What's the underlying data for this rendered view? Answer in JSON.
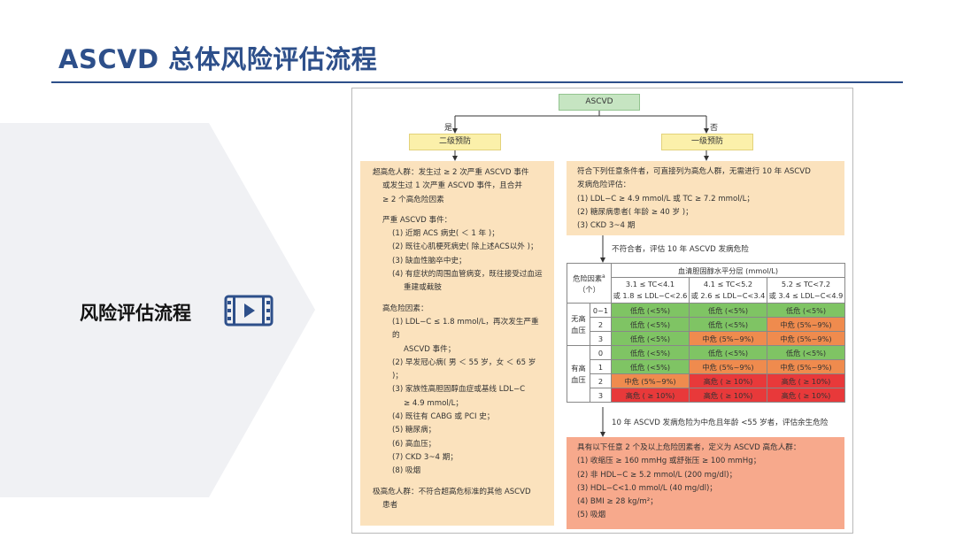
{
  "slide": {
    "title": "ASCVD 总体风险评估流程",
    "section_label": "风险评估流程"
  },
  "icons": {
    "section": "film-play-icon"
  },
  "colors": {
    "title_blue": "#2d4f8a",
    "peach": "#fbe2bd",
    "salmon": "#f7a98c",
    "yellow": "#fbf0aa",
    "green_node": "#c6e5c2",
    "low_risk": "#7fc464",
    "mid_risk": "#ef8b4e",
    "high_risk": "#e8393a"
  },
  "flowchart": {
    "root": "ASCVD",
    "yes_label": "是",
    "no_label": "否",
    "secondary_prevention": "二级预防",
    "primary_prevention": "一级预防",
    "left_box": {
      "lines": [
        "超高危人群：发生过 ≥ 2 次严重 ASCVD 事件",
        "或发生过 1 次严重 ASCVD 事件，且合并",
        "≥ 2 个高危险因素",
        "",
        "严重 ASCVD 事件：",
        "(1) 近期 ACS 病史( ＜ 1 年 )；",
        "(2) 既往心肌梗死病史( 除上述ACS以外 )；",
        "(3) 缺血性脑卒中史；",
        "(4) 有症状的周围血管病变，既往接受过血运",
        "重建或截肢",
        "",
        "高危险因素：",
        "(1) LDL−C ≤ 1.8 mmol/L，再次发生严重的",
        "ASCVD 事件；",
        "(2) 早发冠心病( 男 ＜ 55 岁，女 ＜ 65 岁 )；",
        "(3) 家族性高胆固醇血症或基线 LDL−C",
        "≥ 4.9 mmol/L；",
        "(4) 既往有 CABG 或 PCI 史；",
        "(5) 糖尿病；",
        "(6) 高血压；",
        "(7) CKD 3~4 期；",
        "(8) 吸烟",
        "",
        "极高危人群：不符合超高危标准的其他 ASCVD",
        "患者"
      ]
    },
    "right_top_box": {
      "lines": [
        "符合下列任意条件者，可直接列为高危人群，无需进行 10 年 ASCVD",
        "发病危险评估：",
        "(1) LDL−C ≥ 4.9 mmol/L 或 TC ≥ 7.2 mmol/L；",
        "(2) 糖尿病患者( 年龄 ≥ 40 岁 )；",
        "(3) CKD 3~4 期"
      ]
    },
    "mid_note": "不符合者，评估 10 年 ASCVD 发病危险",
    "table": {
      "corner_label_line1": "危险因素",
      "corner_sup": "a",
      "corner_label_line2": "（个）",
      "column_group_header": "血清胆固醇水平分层 (mmol/L)",
      "columns": [
        {
          "line1": "3.1 ≤ TC<4.1",
          "line2": "或 1.8 ≤ LDL−C<2.6"
        },
        {
          "line1": "4.1 ≤ TC<5.2",
          "line2": "或 2.6 ≤ LDL−C<3.4"
        },
        {
          "line1": "5.2 ≤ TC<7.2",
          "line2": "或 3.4 ≤ LDL−C<4.9"
        }
      ],
      "groups": [
        {
          "label_line1": "无高",
          "label_line2": "血压",
          "rows": [
            {
              "factors": "0~1",
              "cells": [
                {
                  "text": "低危 (<5%)",
                  "level": "low"
                },
                {
                  "text": "低危 (<5%)",
                  "level": "low"
                },
                {
                  "text": "低危 (<5%)",
                  "level": "low"
                }
              ]
            },
            {
              "factors": "2",
              "cells": [
                {
                  "text": "低危 (<5%)",
                  "level": "low"
                },
                {
                  "text": "低危 (<5%)",
                  "level": "low"
                },
                {
                  "text": "中危 (5%~9%)",
                  "level": "mid"
                }
              ]
            },
            {
              "factors": "3",
              "cells": [
                {
                  "text": "低危 (<5%)",
                  "level": "low"
                },
                {
                  "text": "中危 (5%~9%)",
                  "level": "mid"
                },
                {
                  "text": "中危 (5%~9%)",
                  "level": "mid"
                }
              ]
            }
          ]
        },
        {
          "label_line1": "有高",
          "label_line2": "血压",
          "rows": [
            {
              "factors": "0",
              "cells": [
                {
                  "text": "低危 (<5%)",
                  "level": "low"
                },
                {
                  "text": "低危 (<5%)",
                  "level": "low"
                },
                {
                  "text": "低危 (<5%)",
                  "level": "low"
                }
              ]
            },
            {
              "factors": "1",
              "cells": [
                {
                  "text": "低危 (<5%)",
                  "level": "low"
                },
                {
                  "text": "中危 (5%~9%)",
                  "level": "mid"
                },
                {
                  "text": "中危 (5%~9%)",
                  "level": "mid"
                }
              ]
            },
            {
              "factors": "2",
              "cells": [
                {
                  "text": "中危 (5%~9%)",
                  "level": "mid"
                },
                {
                  "text": "高危 ( ≥ 10%)",
                  "level": "high"
                },
                {
                  "text": "高危 ( ≥ 10%)",
                  "level": "high"
                }
              ]
            },
            {
              "factors": "3",
              "cells": [
                {
                  "text": "高危 ( ≥ 10%)",
                  "level": "high"
                },
                {
                  "text": "高危 ( ≥ 10%)",
                  "level": "high"
                },
                {
                  "text": "高危 ( ≥ 10%)",
                  "level": "high"
                }
              ]
            }
          ]
        }
      ]
    },
    "bottom_note": "10 年 ASCVD 发病危险为中危且年龄 <55 岁者，评估余生危险",
    "right_bottom_box": {
      "lines": [
        "具有以下任意 2 个及以上危险因素者，定义为 ASCVD 高危人群：",
        "(1) 收缩压 ≥ 160 mmHg 或舒张压 ≥ 100 mmHg；",
        "(2) 非 HDL−C ≥ 5.2 mmol/L (200 mg/dl)；",
        "(3) HDL−C<1.0 mmol/L (40 mg/dl)；",
        "(4) BMI ≥ 28 kg/m²；",
        "(5) 吸烟"
      ]
    }
  }
}
